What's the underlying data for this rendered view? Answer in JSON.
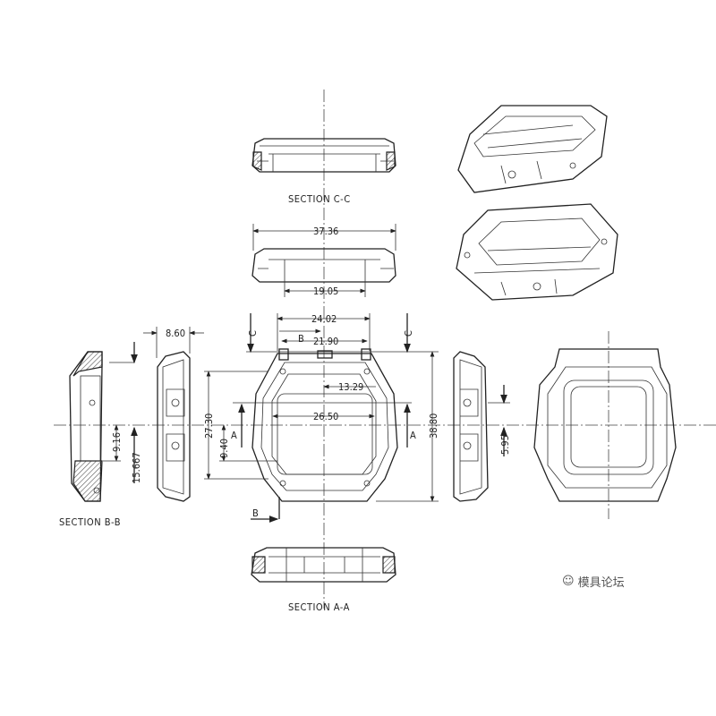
{
  "sections": {
    "cc": "SECTION C-C",
    "bb": "SECTION B-B",
    "aa": "SECTION A-A"
  },
  "dimensions": {
    "overall_width_top": "37.36",
    "inner_width_top": "19.05",
    "side_depth": "8.60",
    "lug_outer": "24.02",
    "lug_inner": "21.90",
    "half_window": "13.29",
    "window_width": "26.50",
    "window_height": "27.30",
    "overall_height": "38.80",
    "section_offset": "9.40",
    "bb_offset_1": "9.16",
    "bb_offset_2": "15.667",
    "right_offset": "5.95"
  },
  "markers": {
    "a": "A",
    "b": "B",
    "c": "C"
  },
  "watermark": "模具论坛"
}
